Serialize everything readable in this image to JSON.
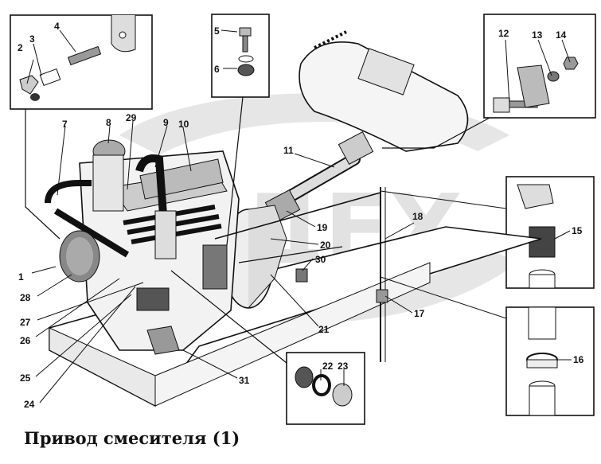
{
  "title": "Привод смесителя (1)",
  "callouts": {
    "c1": "1",
    "c2": "2",
    "c3": "3",
    "c4": "4",
    "c5": "5",
    "c6": "6",
    "c7": "7",
    "c8": "8",
    "c9": "9",
    "c10": "10",
    "c11": "11",
    "c12": "12",
    "c13": "13",
    "c14": "14",
    "c15": "15",
    "c16": "16",
    "c17": "17",
    "c18": "18",
    "c19": "19",
    "c20": "20",
    "c21": "21",
    "c22": "22",
    "c23": "23",
    "c24": "24",
    "c25": "25",
    "c26": "26",
    "c27": "27",
    "c28": "28",
    "c29": "29",
    "c30": "30",
    "c31": "31"
  },
  "watermark": "ДЕХ"
}
